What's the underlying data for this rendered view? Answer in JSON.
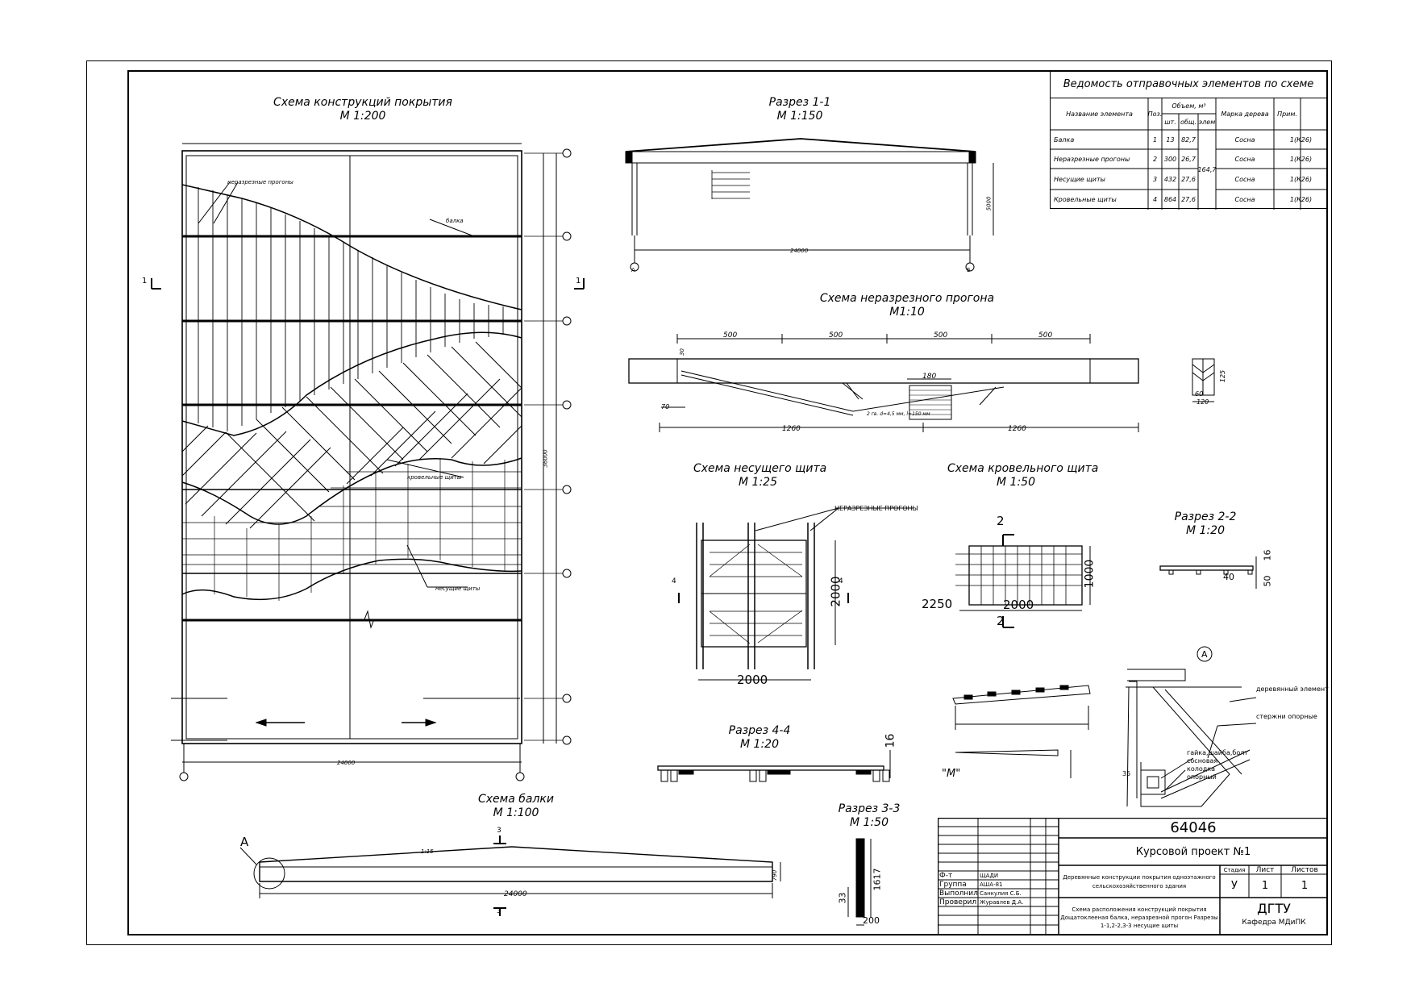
{
  "sheet": {
    "roof_plan": {
      "title": "Схема конструкций покрытия",
      "scale": "М 1:200",
      "width_dim": "24000",
      "total_dim": "36000",
      "callouts": {
        "purlins": "неразрезные прогоны",
        "beam": "балка",
        "roofing": "кровельные щиты",
        "bearing": "несущие щиты"
      },
      "section_mark": "1"
    },
    "section_1_1": {
      "title": "Разрез 1-1",
      "scale": "М 1:150",
      "span": "24000",
      "height": "5000",
      "axis_a": "А",
      "axis_b": "Б"
    },
    "purlin": {
      "title": "Схема неразрезного прогона",
      "scale": "М1:10",
      "spans": [
        "500",
        "500",
        "500",
        "500"
      ],
      "halves": [
        "1260",
        "1260"
      ],
      "joint": "180",
      "side": "30",
      "depth": "125",
      "note": "2 гв. d=4,5 мм, l=150 мм",
      "pitch": "70",
      "sec_w": "120",
      "sec_half": "60"
    },
    "bearing_panel": {
      "title": "Схема несущего щита",
      "scale": "М 1:25",
      "width": "2000",
      "height": "2000",
      "callout": "НЕРАЗРЕЗНЫЕ ПРОГОНЫ",
      "cut": "4"
    },
    "roof_panel": {
      "title": "Схема кровельного щита",
      "scale": "М 1:50",
      "width": "2000",
      "height": "1000",
      "overhang": "2250",
      "cut": "2"
    },
    "section_2_2": {
      "title": "Разрез 2-2",
      "scale": "М 1:20",
      "dim_a": "40",
      "dim_b": "50",
      "dim_c": "16"
    },
    "section_4_4": {
      "title": "Разрез 4-4",
      "scale": "М 1:20",
      "dim": "16"
    },
    "beam": {
      "title": "Схема балки",
      "scale": "М 1:100",
      "span": "24000",
      "slope": "1:15",
      "depth": "790",
      "node": "А",
      "cut": "3"
    },
    "section_3_3": {
      "title": "Разрез 3-3",
      "scale": "М 1:50",
      "height": "1617",
      "width": "200",
      "dim": "33"
    },
    "node_m": {
      "label": "\"М\""
    },
    "node_a": {
      "label": "А",
      "notes": [
        "деревянный элемент",
        "стержни опорные",
        "гайка,шайба,болт",
        "сосновая",
        "колодка",
        "опорный"
      ],
      "dim": "35"
    },
    "statement": {
      "title": "Ведомость отправочных элементов по схеме",
      "headers": [
        "Название элемента",
        "Поз.",
        "Объем, м³",
        "шт.",
        "общ.",
        "элем",
        "Марка дерева",
        "Прим."
      ],
      "total_volume": "164,7",
      "rows": [
        {
          "name": "Балка",
          "pos": "1",
          "qty": "13",
          "vol": "82,7",
          "wood": "Сосна",
          "note": "1(К26)"
        },
        {
          "name": "Неразрезные прогоны",
          "pos": "2",
          "qty": "300",
          "vol": "26,7",
          "wood": "Сосна",
          "note": "1(К26)"
        },
        {
          "name": "Несущие щиты",
          "pos": "3",
          "qty": "432",
          "vol": "27,6",
          "wood": "Сосна",
          "note": "1(К26)"
        },
        {
          "name": "Кровельные щиты",
          "pos": "4",
          "qty": "864",
          "vol": "27,6",
          "wood": "Сосна",
          "note": "1(К26)"
        }
      ]
    },
    "title_block": {
      "code": "64046",
      "project": "Курсовой проект №1",
      "subject": "Деревянные конструкции покрытия одноэтажного сельскохозяйственного здания",
      "sheet_desc": "Схема расположения конструкций покрытия Дощатоклееная балка, неразрезной прогон Разрезы 1-1,2-2,3-3 несущие щиты",
      "stage_h": "Стадия",
      "sheet_h": "Лист",
      "sheets_h": "Листов",
      "stage": "У",
      "sheet": "1",
      "sheets": "1",
      "org": "ДГТУ",
      "dept": "Кафедра МДиПК",
      "rows": [
        {
          "role": "Ф-т",
          "value": "ЩАДИ"
        },
        {
          "role": "Группа",
          "value": "АША-81"
        },
        {
          "role": "Выполнил",
          "value": "Санкулия С.Б."
        },
        {
          "role": "Проверил",
          "value": "Журавлев Д.А."
        }
      ]
    }
  }
}
